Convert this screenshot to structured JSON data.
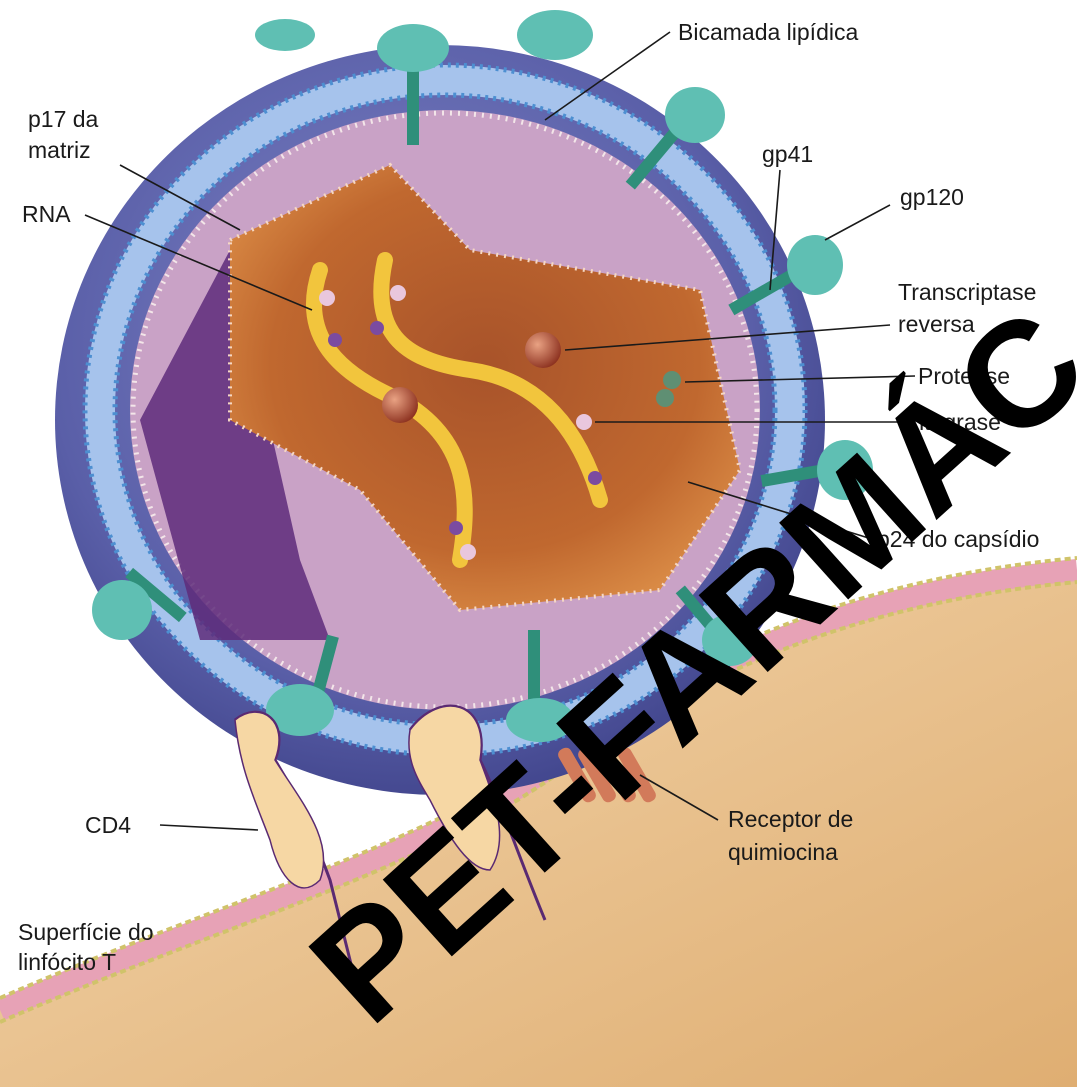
{
  "labels": {
    "bilayer": "Bicamada lipídica",
    "p17_line1": "p17 da",
    "p17_line2": "matriz",
    "gp41": "gp41",
    "gp120": "gp120",
    "rna": "RNA",
    "rt_line1": "Transcriptase",
    "rt_line2": "reversa",
    "protease": "Protease",
    "integrase": "Integrase",
    "p24": "p24 do capsídio",
    "cd4": "CD4",
    "receptor_line1": "Receptor de",
    "receptor_line2": "quimiocina",
    "surface_line1": "Superfície do",
    "surface_line2": "linfócito T"
  },
  "watermark": "PET-FARMÁC",
  "colors": {
    "envelope_outer": "#5a5fa8",
    "envelope_inner": "#9fb6e3",
    "matrix": "#c9a2c6",
    "capsid": "#c77338",
    "capsid_inner": "#a8532a",
    "rna": "#f2c53d",
    "glycoprotein": "#5fbfb3",
    "stalk": "#2f8f7a",
    "cell": "#edc79a",
    "membrane": "#e7a2b6",
    "cd4": "#f6d7a4",
    "cd4_line": "#5a2a72"
  }
}
